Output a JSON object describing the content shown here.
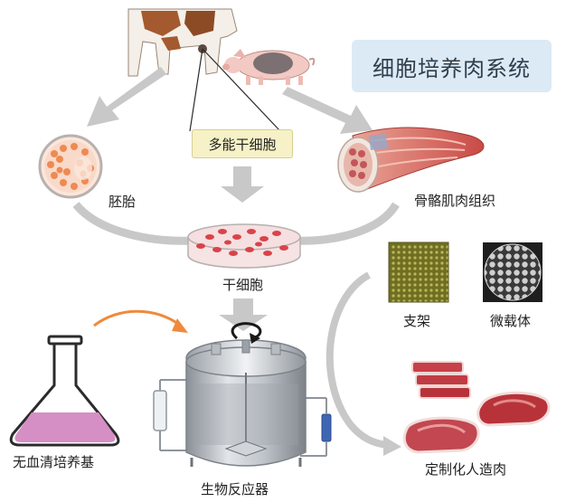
{
  "title": "细胞培养肉系统",
  "labels": {
    "stem_source": "多能干细胞",
    "embryo": "胚胎",
    "muscle": "骨骼肌肉组织",
    "stem_cells": "干细胞",
    "scaffold": "支架",
    "microcarrier": "微载体",
    "medium": "无血清培养基",
    "bioreactor": "生物反应器",
    "meat": "定制化人造肉"
  },
  "colors": {
    "title_bg": "#dceaf6",
    "pill_bg": "#f6f1c6",
    "arrow_gray": "#c8c8c8",
    "arrow_orange": "#ef8a3c",
    "petri_red": "#d9434a",
    "embryo_orange": "#ee8a52",
    "medium_pink": "#d58fc4",
    "scaffold_olive": "#7b7a2a",
    "meat_red": "#b8323a"
  },
  "icons": [
    "cow-icon",
    "pig-icon",
    "embryo-icon",
    "muscle-icon",
    "petri-dish-icon",
    "flask-icon",
    "bioreactor-icon",
    "scaffold-icon",
    "microcarrier-icon",
    "meat-icon",
    "stir-icon"
  ]
}
